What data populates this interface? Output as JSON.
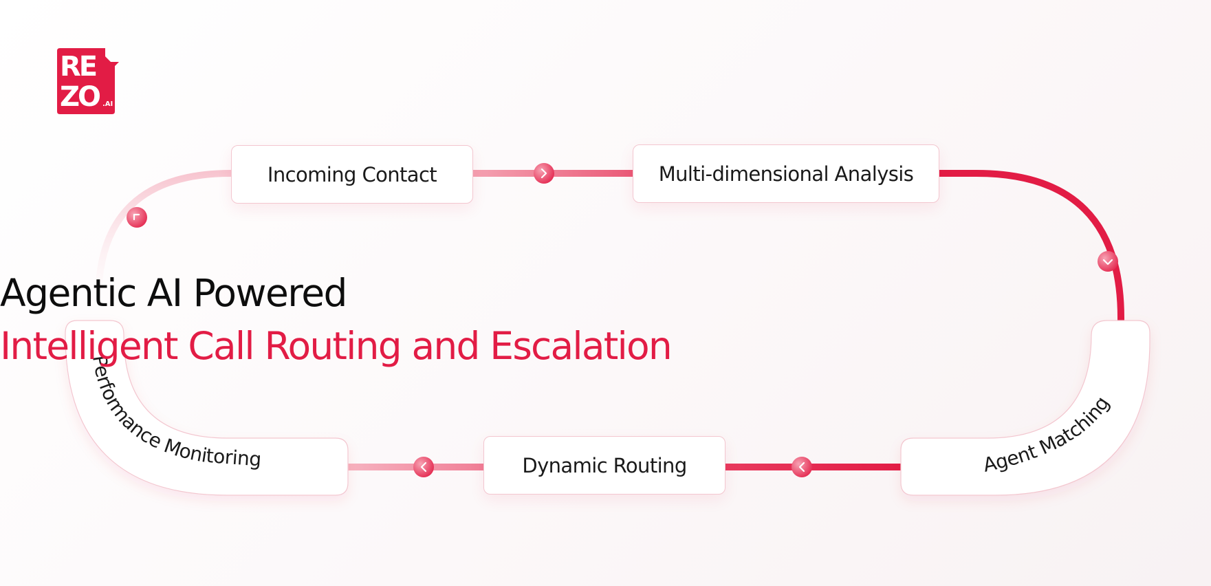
{
  "logo": {
    "line1": "RE",
    "line2": "ZO",
    "suffix": ".AI"
  },
  "title": {
    "line1": "Agentic AI Powered",
    "line2": "Intelligent Call Routing and Escalation"
  },
  "steps": [
    {
      "id": "incoming",
      "label": "Incoming Contact"
    },
    {
      "id": "analysis",
      "label": "Multi-dimensional Analysis"
    },
    {
      "id": "agent",
      "label": "Agent Matching"
    },
    {
      "id": "dynamic",
      "label": "Dynamic Routing"
    },
    {
      "id": "performance",
      "label": "Performance Monitoring"
    }
  ],
  "colors": {
    "accent": "#e21c45",
    "accent_light": "#f08a9f",
    "accent_faint": "#f9d5dc",
    "text_dark": "#0d0d0d",
    "border": "#f3c6cf"
  },
  "icons": {
    "connector_arrows": [
      "chevron-right-icon",
      "chevron-down-icon",
      "chevron-left-icon",
      "chevron-left-icon",
      "chevron-up-icon"
    ]
  }
}
